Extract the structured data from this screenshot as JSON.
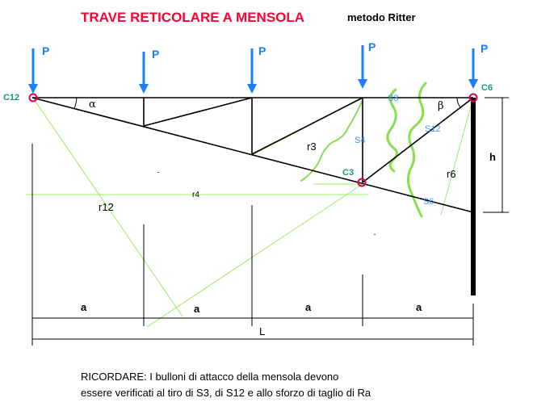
{
  "title": "TRAVE RETICOLARE A MENSOLA",
  "subtitle": "metodo Ritter",
  "loads": [
    "P",
    "P",
    "P",
    "P",
    "P"
  ],
  "nodes": {
    "c12": "C12",
    "c6": "C6",
    "c3": "C3"
  },
  "bars": {
    "s3": "S3",
    "s4": "S4",
    "s12": "S12",
    "s6": "S6"
  },
  "arms": {
    "r12": "r12",
    "r4": "r4",
    "r3": "r3",
    "r6": "r6"
  },
  "angles": {
    "alpha": "α",
    "beta": "β"
  },
  "dims": {
    "h": "h",
    "a": [
      "a",
      "a",
      "a",
      "a"
    ],
    "L": "L"
  },
  "note": {
    "line1": "RICORDARE: I bulloni di attacco della mensola devono",
    "line2": "essere verificati al tiro di S3, di S12  e allo sforzo di taglio di Ra"
  },
  "colors": {
    "title": "#ff0033",
    "load": "#1a7fff",
    "bar_label": "#3399ff",
    "node_label": "#1a9a7a",
    "construction": "#99ee66",
    "section": "#88e050",
    "node": "#e0005a"
  }
}
